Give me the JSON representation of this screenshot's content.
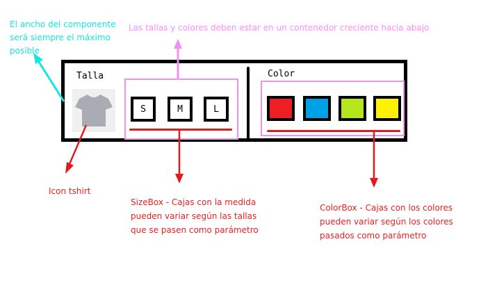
{
  "annotations": {
    "width_note": "El ancho del componente será siempre el máximo posible",
    "container_note": "Las tallas y colores deben estar en un contenedor creciente hacia abajo",
    "icon_note": "Icon tshirt",
    "sizebox_note": [
      "SizeBox - Cajas con la medida",
      "pueden variar según las tallas",
      "que se pasen como parámetro"
    ],
    "colorbox_note": [
      "ColorBox - Cajas con los colores",
      "pueden variar según los colores",
      "pasados como parámetro"
    ]
  },
  "component": {
    "size_label": "Talla",
    "color_label": "Color",
    "sizes": [
      "S",
      "M",
      "L"
    ],
    "colors": [
      "#ee1f24",
      "#00a0e6",
      "#b5e61d",
      "#fff200"
    ]
  },
  "icons": {
    "tshirt": "tshirt-icon"
  },
  "palette": {
    "annotation_cyan": "#14e6e6",
    "annotation_pink": "#ff8cff",
    "annotation_red": "#ee1f1f",
    "container_outline": "#f48ff0"
  }
}
